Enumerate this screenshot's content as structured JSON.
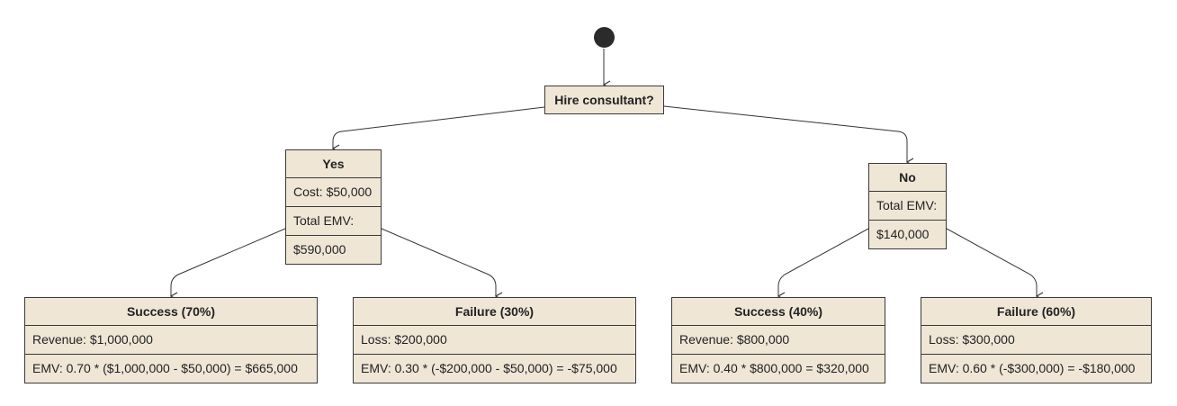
{
  "decision": {
    "label": "Hire consultant?"
  },
  "options": {
    "yes": {
      "title": "Yes",
      "rows": [
        "Cost: $50,000",
        "Total EMV:",
        "$590,000"
      ]
    },
    "no": {
      "title": "No",
      "rows": [
        "Total EMV:",
        "$140,000"
      ]
    }
  },
  "outcomes": {
    "yes_success": {
      "title": "Success (70%)",
      "rows": [
        "Revenue: $1,000,000",
        "EMV: 0.70 * ($1,000,000 - $50,000) = $665,000"
      ]
    },
    "yes_failure": {
      "title": "Failure (30%)",
      "rows": [
        "Loss: $200,000",
        "EMV: 0.30 * (-$200,000 - $50,000) = -$75,000"
      ]
    },
    "no_success": {
      "title": "Success (40%)",
      "rows": [
        "Revenue: $800,000",
        "EMV: 0.40 * $800,000 = $320,000"
      ]
    },
    "no_failure": {
      "title": "Failure (60%)",
      "rows": [
        "Loss: $300,000",
        "EMV: 0.60 * (-$300,000) = -$180,000"
      ]
    }
  },
  "colors": {
    "node_fill": "#efe6d6",
    "node_border": "#3a3a3a",
    "start_fill": "#2b2b2b",
    "edge": "#333333"
  }
}
